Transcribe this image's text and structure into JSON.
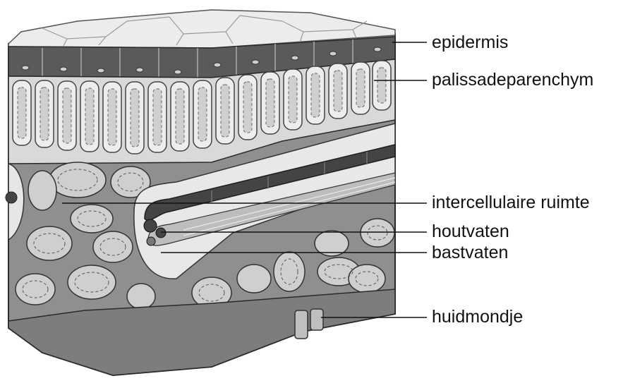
{
  "labels": {
    "epidermis": "epidermis",
    "palissadeparenchym": "palissadeparenchym",
    "intercellulaire_ruimte": "intercellulaire ruimte",
    "houtvaten": "houtvaten",
    "bastvaten": "bastvaten",
    "huidmondje": "huidmondje"
  },
  "colors": {
    "background": "#ffffff",
    "top_surface": "#ececec",
    "epidermis_band": "#5a5a5a",
    "palisade_fill": "#e4e4e4",
    "spongy_fill": "#8f8f8f",
    "cell_fill": "#cfcfcf",
    "vein_dark": "#444444",
    "leader_line": "#111111"
  }
}
